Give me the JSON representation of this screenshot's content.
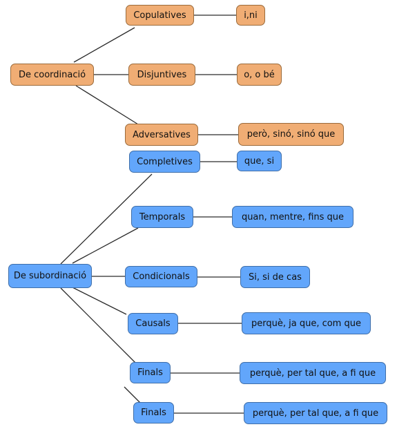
{
  "colors": {
    "coordination": "#f0ad74",
    "subordination": "#62a6fb",
    "line": "#2a2a2a"
  },
  "coordination": {
    "root": "De coordinació",
    "types": [
      {
        "label": "Copulatives",
        "examples": "i,ni"
      },
      {
        "label": "Disjuntives",
        "examples": "o, o bé"
      },
      {
        "label": "Adversatives",
        "examples": "però, sinó, sinó que"
      }
    ]
  },
  "subordination": {
    "root": "De subordinació",
    "types": [
      {
        "label": "Completives",
        "examples": "que, si"
      },
      {
        "label": "Temporals",
        "examples": "quan, mentre, fins que"
      },
      {
        "label": "Condicionals",
        "examples": "Si, si de cas"
      },
      {
        "label": "Causals",
        "examples": "perquè, ja que, com que"
      },
      {
        "label": "Finals",
        "examples": "perquè, per tal que, a fi que"
      },
      {
        "label": "Finals",
        "examples": "perquè, per tal que, a fi que"
      }
    ]
  }
}
